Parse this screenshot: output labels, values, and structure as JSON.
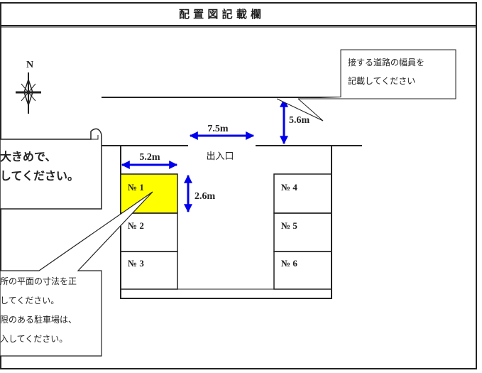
{
  "title": "配 置 図 記 載 欄",
  "compass": {
    "label": "N"
  },
  "road_note": {
    "lines": [
      "接する道路の幅員を",
      "記載してください"
    ]
  },
  "size_note": {
    "lines": [
      "大きめで、",
      "してください。"
    ]
  },
  "dimension_note": {
    "lines": [
      "所の平面の寸法を正",
      "してください。",
      "限のある駐車場は、",
      "入してください。"
    ]
  },
  "dimensions": {
    "road_width": "5.6m",
    "entrance_width": "7.5m",
    "stall_width": "5.2m",
    "stall_depth": "2.6m"
  },
  "entrance_label": "出入口",
  "stalls": [
    "№ 1",
    "№ 2",
    "№ 3",
    "№ 4",
    "№ 5",
    "№ 6"
  ],
  "colors": {
    "highlight": "#ffff00",
    "arrow": "#0000ee",
    "line": "#222222"
  }
}
